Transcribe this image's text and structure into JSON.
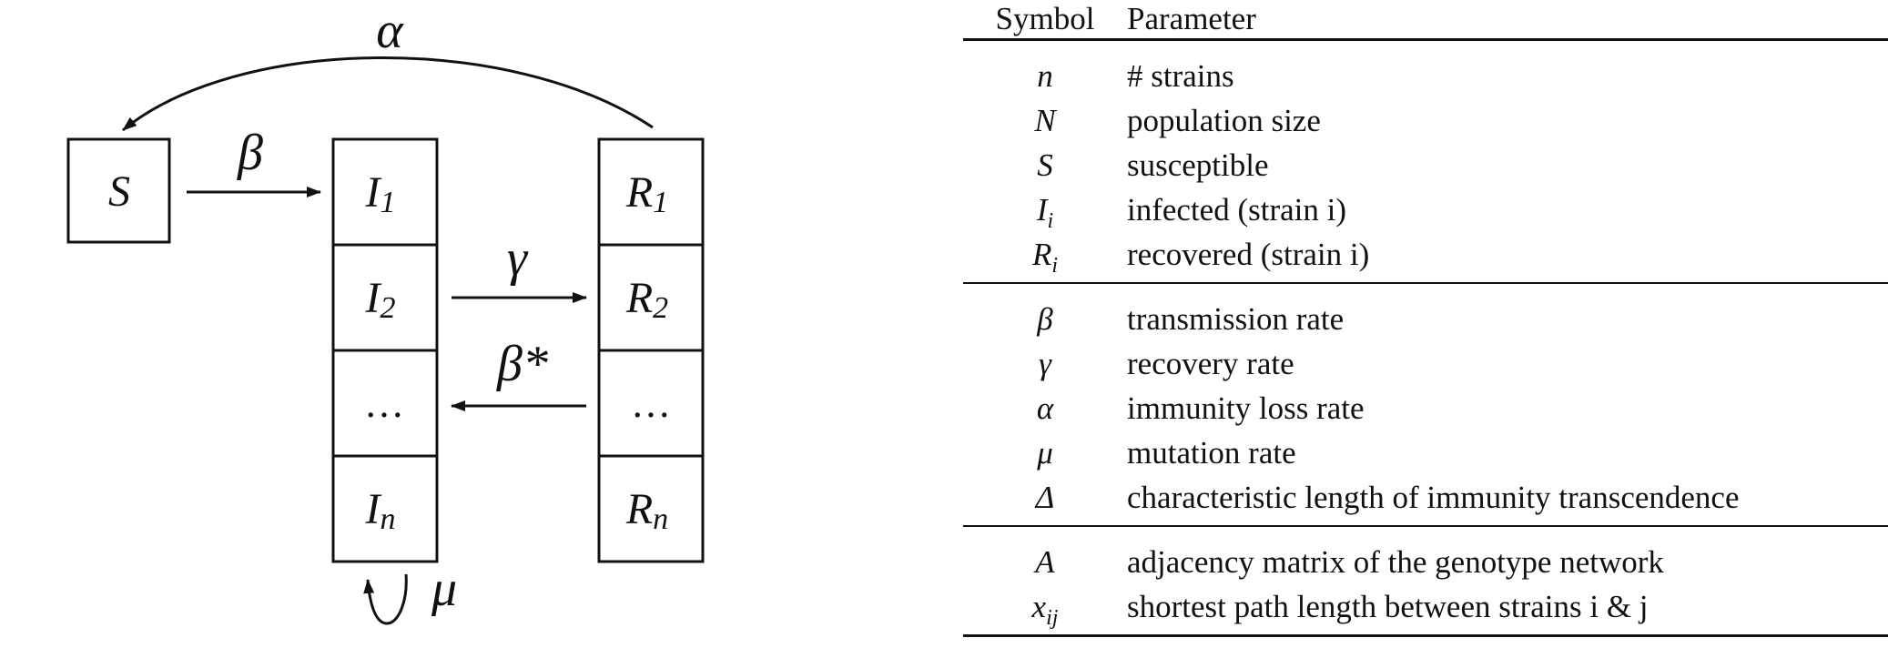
{
  "diagram": {
    "nodes": {
      "s": "S",
      "i1": "I",
      "i1_sub": "1",
      "i2": "I",
      "i2_sub": "2",
      "i_dots": "…",
      "in": "I",
      "in_sub": "n",
      "r1": "R",
      "r1_sub": "1",
      "r2": "R",
      "r2_sub": "2",
      "r_dots": "…",
      "rn": "R",
      "rn_sub": "n"
    },
    "edges": {
      "alpha": "α",
      "beta": "β",
      "gamma": "γ",
      "beta_star": "β*",
      "mu": "μ"
    }
  },
  "table": {
    "headers": {
      "symbol": "Symbol",
      "parameter": "Parameter"
    },
    "groups": [
      {
        "rows": [
          {
            "symbol": "n",
            "sub": "",
            "parameter": "# strains"
          },
          {
            "symbol": "N",
            "sub": "",
            "parameter": "population size"
          },
          {
            "symbol": "S",
            "sub": "",
            "parameter": "susceptible"
          },
          {
            "symbol": "I",
            "sub": "i",
            "parameter": "infected (strain i)"
          },
          {
            "symbol": "R",
            "sub": "i",
            "parameter": "recovered (strain i)"
          }
        ]
      },
      {
        "rows": [
          {
            "symbol": "β",
            "sub": "",
            "parameter": "transmission rate"
          },
          {
            "symbol": "γ",
            "sub": "",
            "parameter": "recovery rate"
          },
          {
            "symbol": "α",
            "sub": "",
            "parameter": "immunity loss rate"
          },
          {
            "symbol": "μ",
            "sub": "",
            "parameter": "mutation rate"
          },
          {
            "symbol": "Δ",
            "sub": "",
            "parameter": "characteristic length of immunity transcendence"
          }
        ]
      },
      {
        "rows": [
          {
            "symbol": "A",
            "sub": "",
            "parameter": "adjacency matrix of the genotype network"
          },
          {
            "symbol": "x",
            "sub": "ij",
            "parameter": "shortest path length between strains i & j"
          }
        ]
      }
    ]
  }
}
